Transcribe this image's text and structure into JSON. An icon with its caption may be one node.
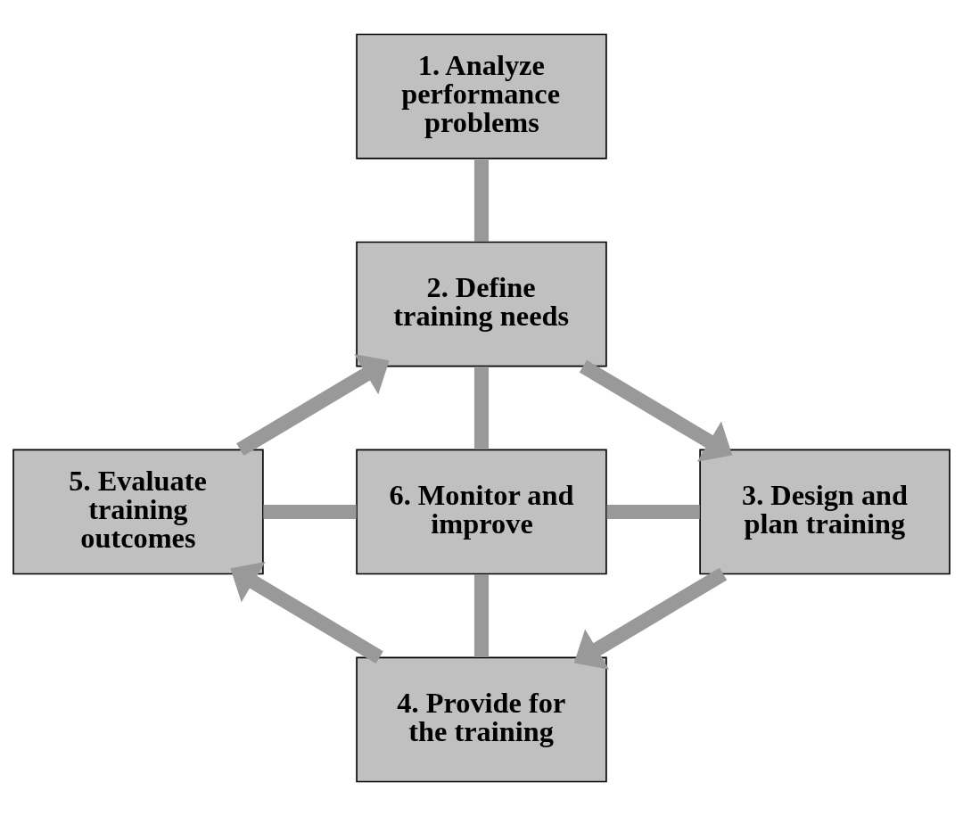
{
  "diagram": {
    "nodes": [
      {
        "text": [
          "1. Analyze performance problems"
        ]
      },
      {
        "text": [
          "2. Define training needs"
        ]
      },
      {
        "text": [
          "3. Design and plan training"
        ]
      },
      {
        "text": [
          "4. Provide for the training"
        ]
      },
      {
        "text": [
          "5. Evaluate training outcomes"
        ]
      },
      {
        "text": [
          "6. Monitor and improve"
        ]
      }
    ],
    "edges": [
      {
        "from": 0,
        "to": 1,
        "arrow": "none"
      },
      {
        "from": 1,
        "to": 2,
        "arrow": "to"
      },
      {
        "from": 2,
        "to": 3,
        "arrow": "to"
      },
      {
        "from": 3,
        "to": 4,
        "arrow": "to"
      },
      {
        "from": 4,
        "to": 1,
        "arrow": "to"
      },
      {
        "from": 1,
        "to": 5,
        "arrow": "none"
      },
      {
        "from": 5,
        "to": 2,
        "arrow": "none"
      },
      {
        "from": 5,
        "to": 3,
        "arrow": "none"
      },
      {
        "from": 4,
        "to": 5,
        "arrow": "none"
      }
    ]
  }
}
